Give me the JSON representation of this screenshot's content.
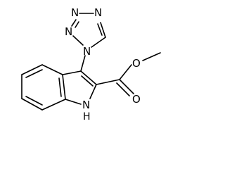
{
  "molecule": {
    "atoms": {
      "n_tz1": "N",
      "n_tz2": "N",
      "n_tz3": "N",
      "n_tz4": "N",
      "o_ester": "O",
      "o_carbonyl": "O",
      "nh_label_n": "N",
      "nh_label_h": "H"
    }
  }
}
